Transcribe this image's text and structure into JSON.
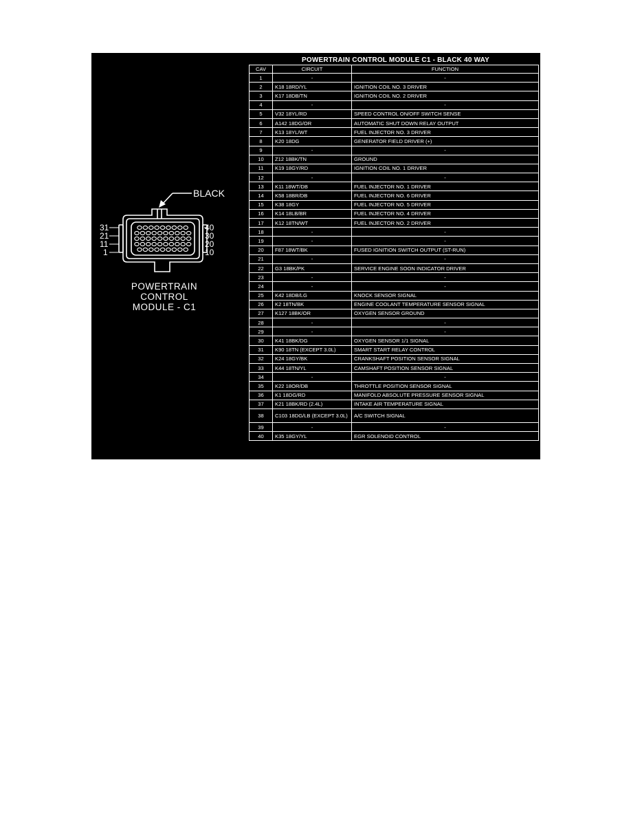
{
  "table": {
    "title": "POWERTRAIN CONTROL MODULE C1 - BLACK 40 WAY",
    "headers": {
      "cav": "CAV",
      "circuit": "CIRCUIT",
      "function": "FUNCTION"
    },
    "rows": [
      {
        "cav": "1",
        "circuit": "-",
        "function": "-"
      },
      {
        "cav": "2",
        "circuit": "K18 18RD/YL",
        "function": "IGNITION COIL NO. 3 DRIVER"
      },
      {
        "cav": "3",
        "circuit": "K17 18DB/TN",
        "function": "IGNITION COIL NO. 2 DRIVER"
      },
      {
        "cav": "4",
        "circuit": "-",
        "function": "-"
      },
      {
        "cav": "5",
        "circuit": "V32 18YL/RD",
        "function": "SPEED CONTROL ON/OFF SWITCH SENSE"
      },
      {
        "cav": "6",
        "circuit": "A142 18DG/OR",
        "function": "AUTOMATIC SHUT DOWN RELAY OUTPUT"
      },
      {
        "cav": "7",
        "circuit": "K13 18YL/WT",
        "function": "FUEL INJECTOR NO. 3 DRIVER"
      },
      {
        "cav": "8",
        "circuit": "K20 18DG",
        "function": "GENERATOR FIELD DRIVER (+)"
      },
      {
        "cav": "9",
        "circuit": "-",
        "function": "-"
      },
      {
        "cav": "10",
        "circuit": "Z12 18BK/TN",
        "function": "GROUND"
      },
      {
        "cav": "11",
        "circuit": "K19 18GY/RD",
        "function": "IGNITION COIL NO. 1 DRIVER"
      },
      {
        "cav": "12",
        "circuit": "-",
        "function": "-"
      },
      {
        "cav": "13",
        "circuit": "K11 18WT/DB",
        "function": "FUEL INJECTOR NO. 1 DRIVER"
      },
      {
        "cav": "14",
        "circuit": "K58 18BR/DB",
        "function": "FUEL INJECTOR NO. 6 DRIVER"
      },
      {
        "cav": "15",
        "circuit": "K38 18GY",
        "function": "FUEL INJECTOR NO. 5 DRIVER"
      },
      {
        "cav": "16",
        "circuit": "K14 18LB/BR",
        "function": "FUEL INJECTOR NO. 4 DRIVER"
      },
      {
        "cav": "17",
        "circuit": "K12 18TN/WT",
        "function": "FUEL INJECTOR NO. 2 DRIVER"
      },
      {
        "cav": "18",
        "circuit": "-",
        "function": "-"
      },
      {
        "cav": "19",
        "circuit": "-",
        "function": "-"
      },
      {
        "cav": "20",
        "circuit": "F87 18WT/BK",
        "function": "FUSED IGNITION SWITCH OUTPUT (ST-RUN)"
      },
      {
        "cav": "21",
        "circuit": "-",
        "function": "-"
      },
      {
        "cav": "22",
        "circuit": "G3 18BK/PK",
        "function": "SERVICE ENGINE SOON INDICATOR DRIVER"
      },
      {
        "cav": "23",
        "circuit": "-",
        "function": "-"
      },
      {
        "cav": "24",
        "circuit": "-",
        "function": "-"
      },
      {
        "cav": "25",
        "circuit": "K42 18DB/LG",
        "function": "KNOCK SENSOR SIGNAL"
      },
      {
        "cav": "26",
        "circuit": "K2 18TN/BK",
        "function": "ENGINE COOLANT TEMPERATURE SENSOR SIGNAL"
      },
      {
        "cav": "27",
        "circuit": "K127 18BK/OR",
        "function": "OXYGEN SENSOR GROUND"
      },
      {
        "cav": "28",
        "circuit": "-",
        "function": "-"
      },
      {
        "cav": "29",
        "circuit": "-",
        "function": "-"
      },
      {
        "cav": "30",
        "circuit": "K41 18BK/DG",
        "function": "OXYGEN SENSOR 1/1 SIGNAL"
      },
      {
        "cav": "31",
        "circuit": "K90 18TN (EXCEPT 3.0L)",
        "function": "SMART START RELAY CONTROL"
      },
      {
        "cav": "32",
        "circuit": "K24 18GY/BK",
        "function": "CRANKSHAFT POSITION SENSOR SIGNAL"
      },
      {
        "cav": "33",
        "circuit": "K44 18TN/YL",
        "function": "CAMSHAFT POSITION SENSOR SIGNAL"
      },
      {
        "cav": "34",
        "circuit": "-",
        "function": "-"
      },
      {
        "cav": "35",
        "circuit": "K22 18OR/DB",
        "function": "THROTTLE POSITION SENSOR SIGNAL"
      },
      {
        "cav": "36",
        "circuit": "K1 18DG/RD",
        "function": "MANIFOLD ABSOLUTE PRESSURE SENSOR SIGNAL"
      },
      {
        "cav": "37",
        "circuit": "K21 18BK/RD (2.4L)",
        "function": "INTAKE AIR TEMPERATURE SIGNAL"
      },
      {
        "cav": "38",
        "circuit": "C103 18DG/LB (EXCEPT 3.0L)",
        "function": "A/C SWITCH SIGNAL"
      },
      {
        "cav": "39",
        "circuit": "-",
        "function": "-"
      },
      {
        "cav": "40",
        "circuit": "K35 18GY/YL",
        "function": "EGR SOLENOID CONTROL"
      }
    ]
  },
  "connector": {
    "color_label": "BLACK",
    "left_pins": [
      "31",
      "21",
      "11",
      "1"
    ],
    "right_pins": [
      "40",
      "30",
      "20",
      "10"
    ],
    "caption": [
      "POWERTRAIN",
      "CONTROL",
      "MODULE - C1"
    ]
  },
  "colors": {
    "background": "#000000",
    "foreground": "#ffffff",
    "page": "#ffffff"
  }
}
